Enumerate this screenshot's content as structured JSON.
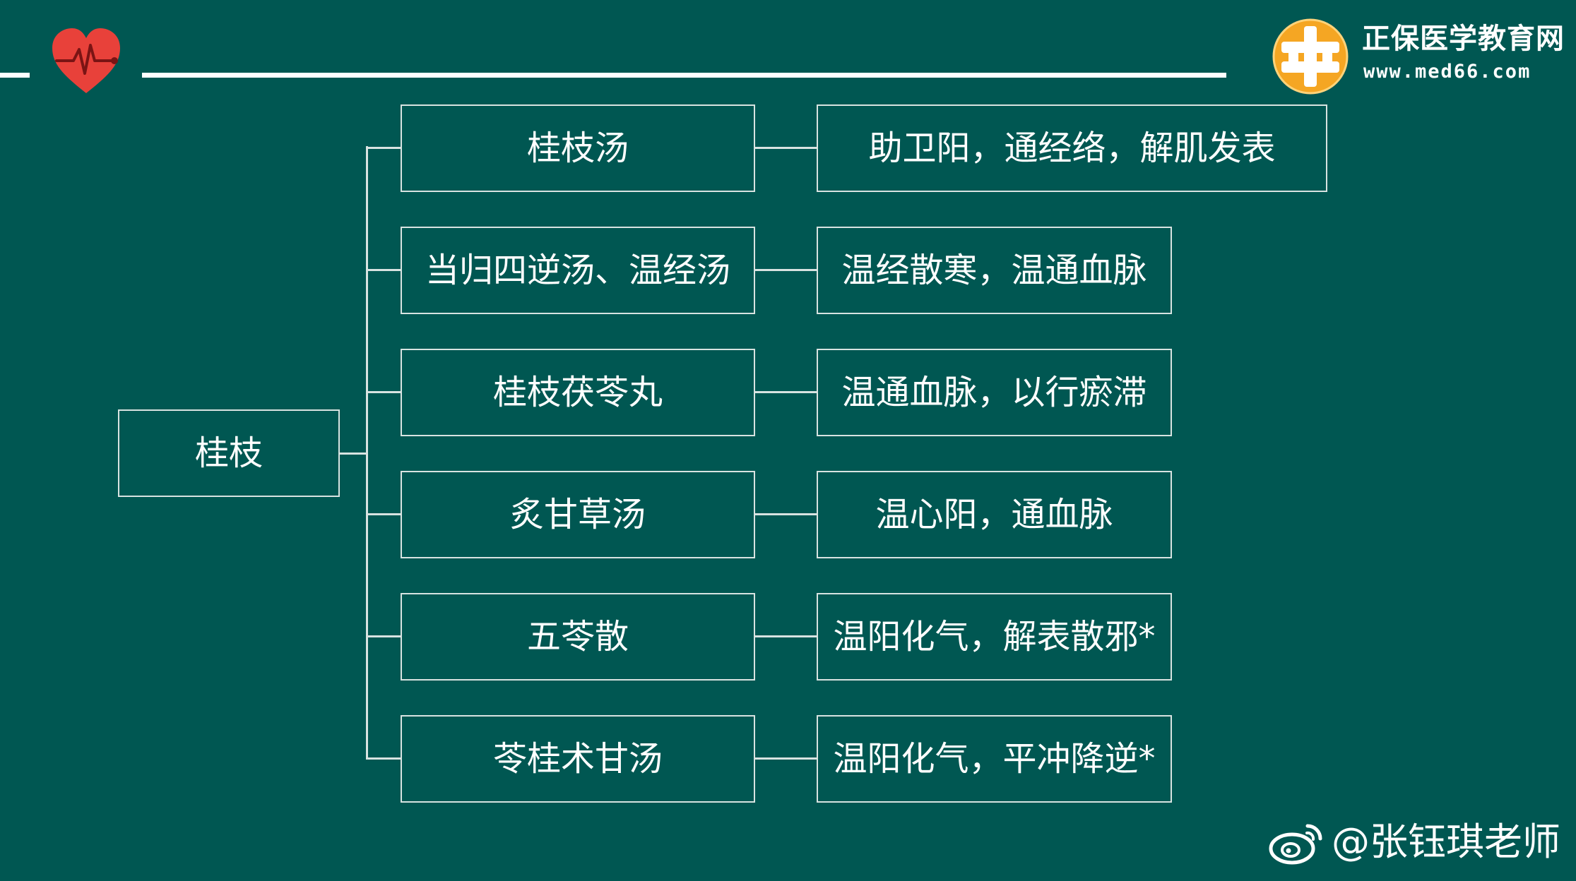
{
  "header": {
    "brand_name": "正保医学教育网",
    "brand_url": "www.med66.com",
    "icons": [
      "heart-pulse-icon",
      "brand-emblem-icon"
    ],
    "colors": {
      "background": "#005752",
      "heart": "#e8413a",
      "brand_orange": "#f5a623",
      "lines": "#ffffff"
    }
  },
  "diagram": {
    "root": "桂枝",
    "branches": [
      {
        "formula": "桂枝汤",
        "effect": "助卫阳，通经络，解肌发表"
      },
      {
        "formula": "当归四逆汤、温经汤",
        "effect": "温经散寒，温通血脉"
      },
      {
        "formula": "桂枝茯苓丸",
        "effect": "温通血脉，以行瘀滞"
      },
      {
        "formula": "炙甘草汤",
        "effect": "温心阳，通血脉"
      },
      {
        "formula": "五苓散",
        "effect": "温阳化气，解表散邪*"
      },
      {
        "formula": "苓桂术甘汤",
        "effect": "温阳化气，平冲降逆*"
      }
    ]
  },
  "watermark": {
    "text": "@张钰琪老师",
    "icon": "weibo-icon"
  }
}
